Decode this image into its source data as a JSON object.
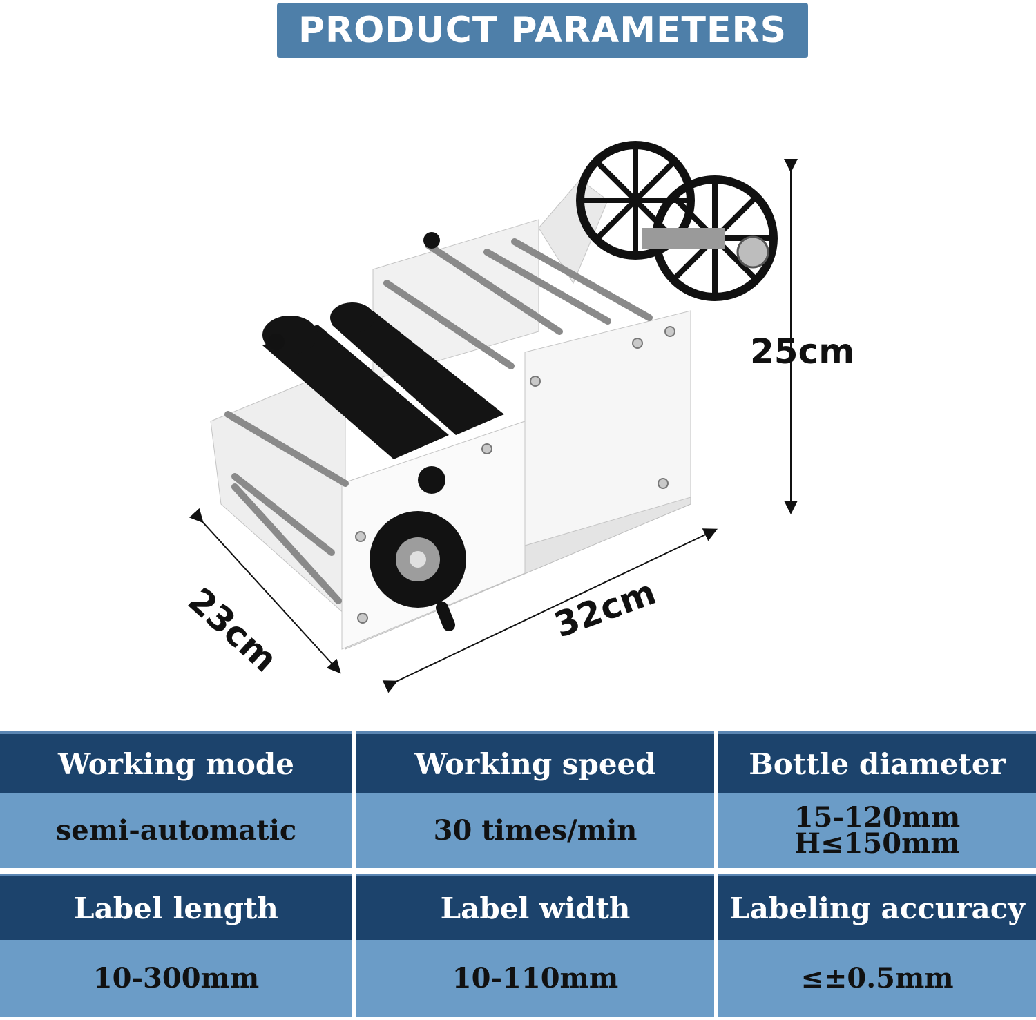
{
  "banner": {
    "title": "PRODUCT PARAMETERS"
  },
  "dimensions": {
    "height": "25cm",
    "width": "32cm",
    "depth": "23cm"
  },
  "specs": {
    "row1": {
      "headers": [
        "Working mode",
        "Working speed",
        "Bottle diameter"
      ],
      "values": [
        "semi-automatic",
        "30 times/min"
      ],
      "bottle_lines": [
        "15-120mm",
        "H≤150mm"
      ]
    },
    "row2": {
      "headers": [
        "Label length",
        "Label width",
        "Labeling accuracy"
      ],
      "values": [
        "10-300mm",
        "10-110mm",
        "≤±0.5mm"
      ]
    }
  },
  "colors": {
    "banner": "#4e7fa9",
    "header": "#1c436c",
    "value": "#6b9cc7"
  }
}
